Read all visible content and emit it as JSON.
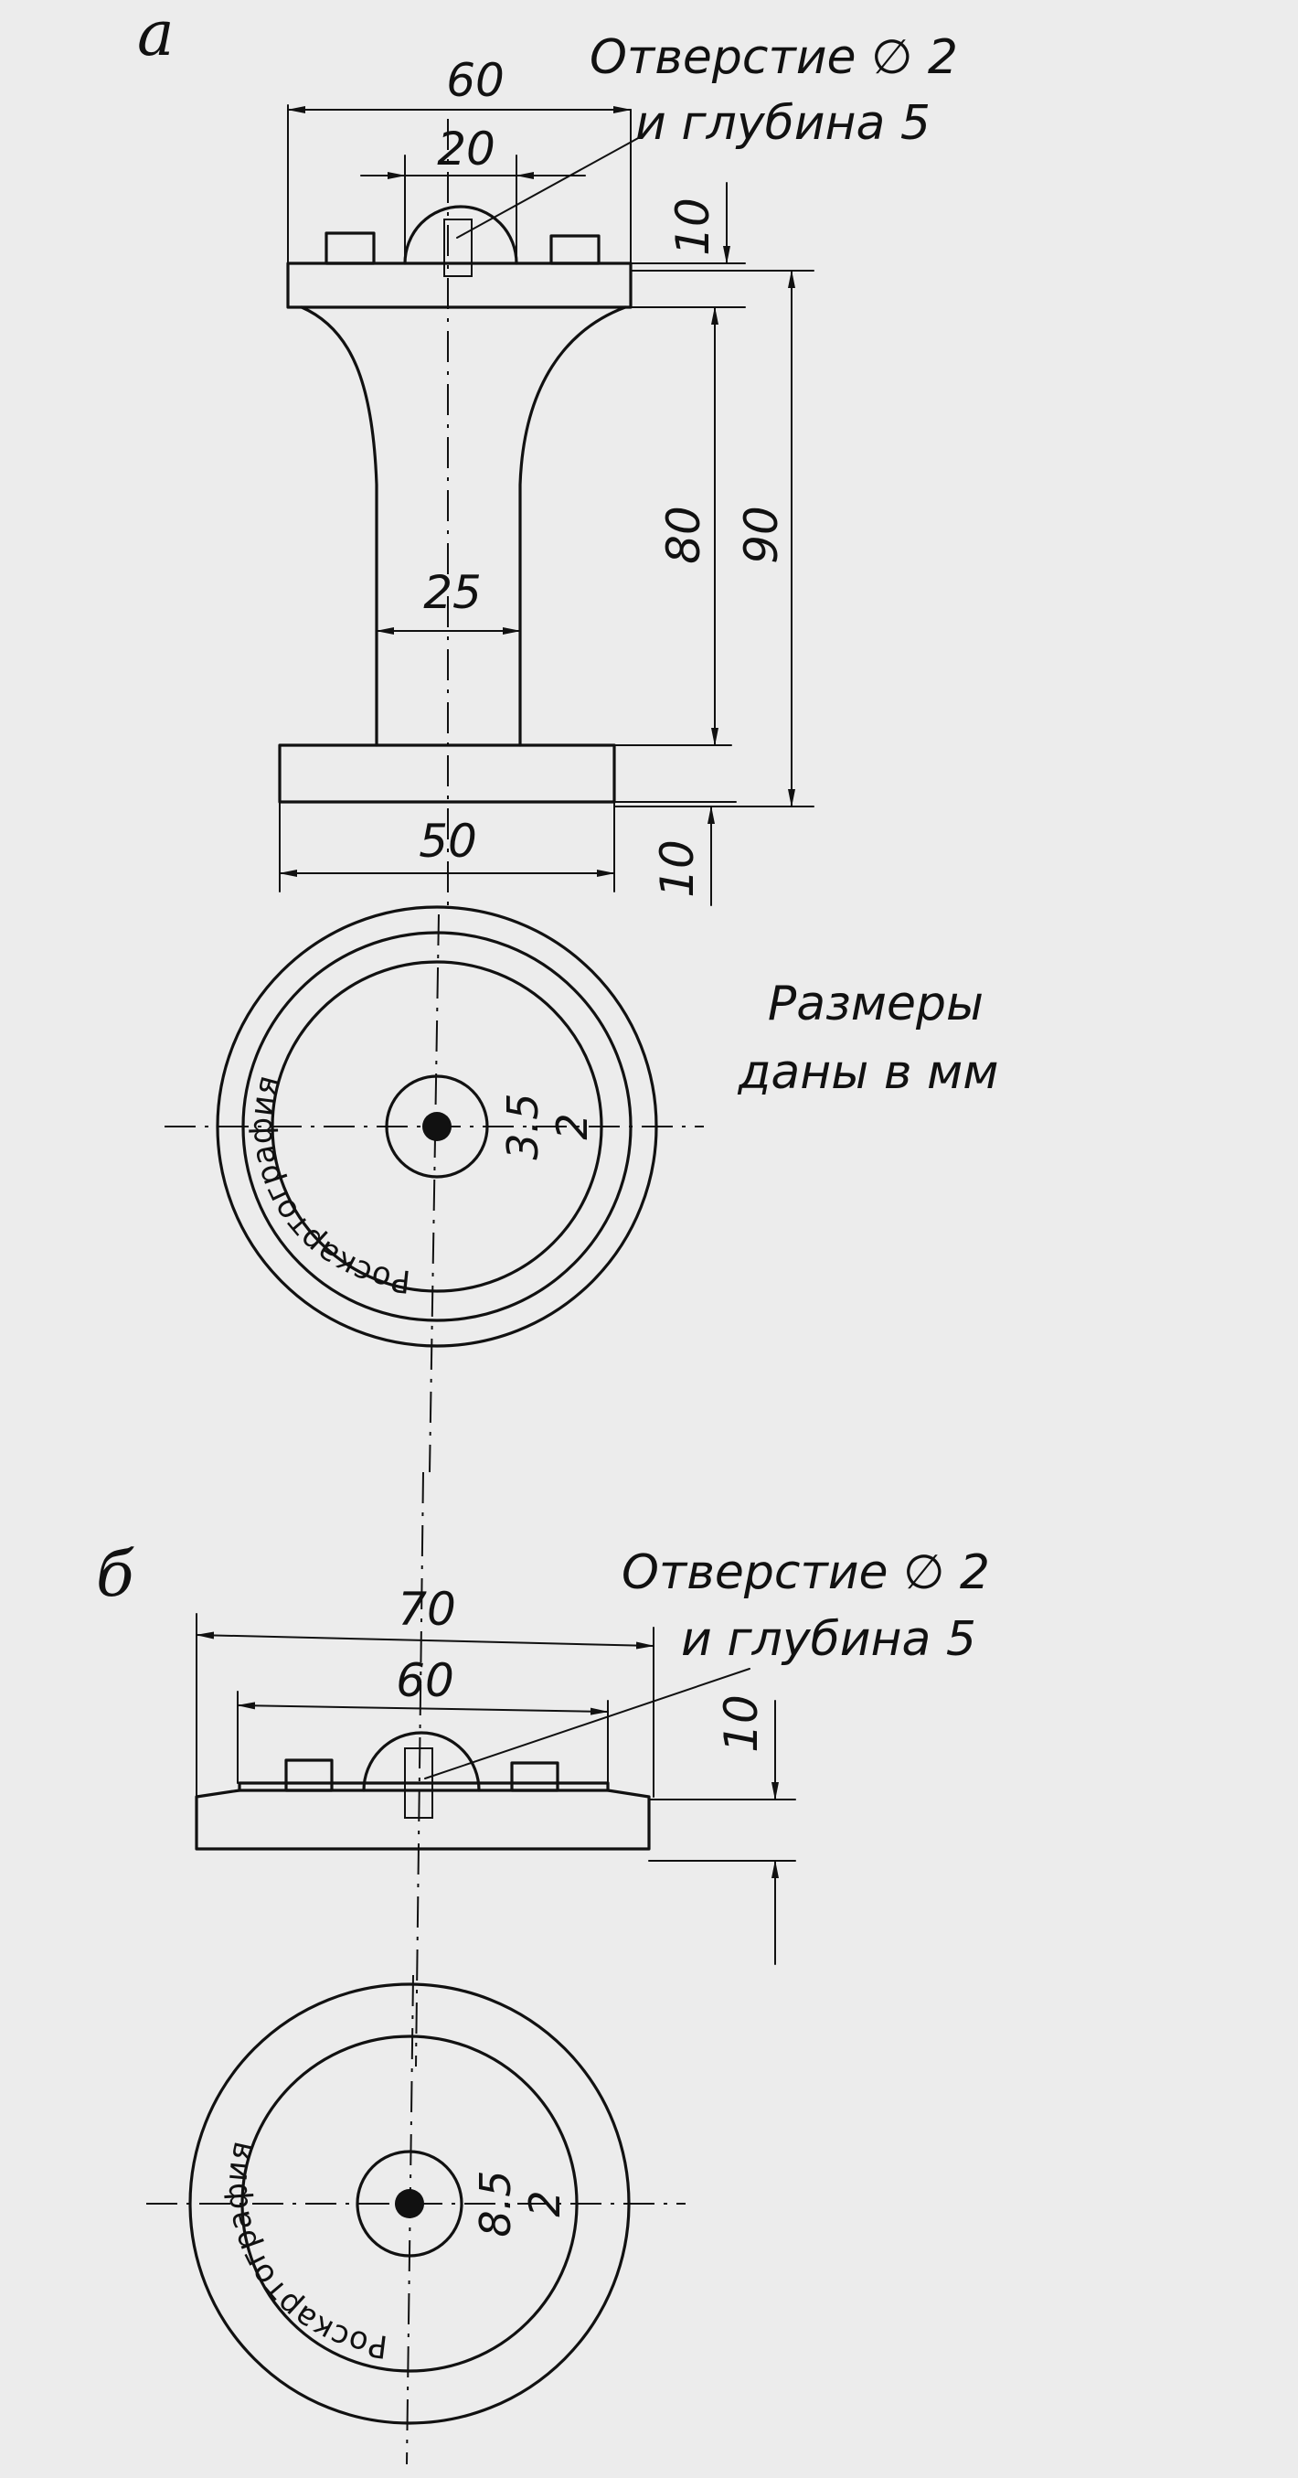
{
  "view_a": {
    "label": "а",
    "dim_top_width": "60",
    "dim_knob_width": "20",
    "dim_top_height": "10",
    "dim_stem_width": "25",
    "dim_stem_height": "80",
    "dim_total_height": "90",
    "dim_base_width": "50",
    "dim_base_height": "10",
    "hole_note_line1": "Отверстие ∅ 2",
    "hole_note_line2": "и глубина 5",
    "units_note_line1": "Размеры",
    "units_note_line2": "даны в мм",
    "stamp_text": "Роскартография",
    "stamp_number": "3.5",
    "stamp_sub": "2"
  },
  "view_b": {
    "label": "б",
    "dim_outer_width": "70",
    "dim_inner_width": "60",
    "dim_height": "10",
    "hole_note_line1": "Отверстие ∅ 2",
    "hole_note_line2": "и глубина 5",
    "stamp_text": "Роскартография",
    "stamp_number": "8.5",
    "stamp_sub": "2"
  }
}
